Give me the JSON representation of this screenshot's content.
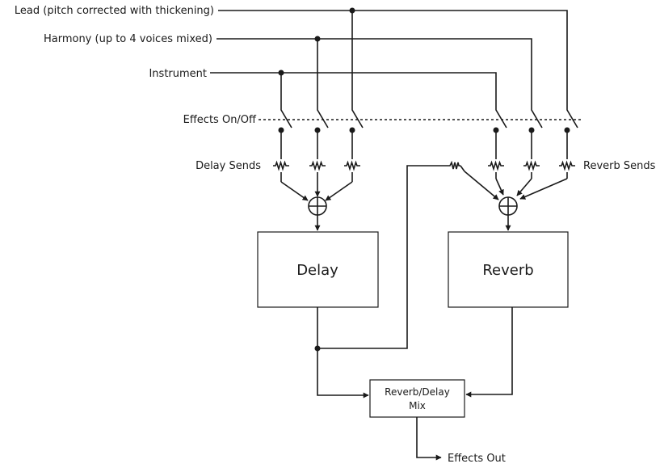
{
  "inputs": {
    "lead": "Lead (pitch corrected with thickening)",
    "harmony": "Harmony (up to 4 voices mixed)",
    "instrument": "Instrument"
  },
  "labels": {
    "effects_switch": "Effects On/Off",
    "delay_sends": "Delay Sends",
    "reverb_sends": "Reverb Sends"
  },
  "blocks": {
    "delay": "Delay",
    "reverb": "Reverb",
    "mix_line1": "Reverb/Delay",
    "mix_line2": "Mix"
  },
  "output": {
    "label": "Effects Out"
  }
}
